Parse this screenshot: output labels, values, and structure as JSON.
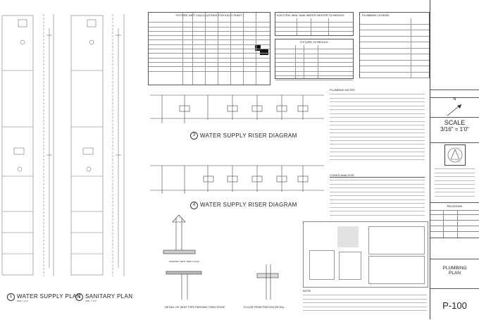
{
  "plans": {
    "water_supply_plan": {
      "number": "1",
      "title": "WATER SUPPLY PLAN",
      "scale": "3/16\" = 1'-0\""
    },
    "sanitary_plan": {
      "number": "2",
      "title": "SANITARY PLAN",
      "scale": "3/16\" = 1'-0\""
    }
  },
  "tables": {
    "fixture_unit": {
      "title": "FIXTURE UNIT CALCULATIONS FOR EACH SHAFT"
    },
    "water_heater": {
      "title": "ELECTRIC MINI TANK WATER HEATER SCHEDULE"
    },
    "fixture_schedule": {
      "title": "FIXTURE SCHEDULE"
    },
    "plumbing_legend": {
      "title": "PLUMBING LEGEND"
    }
  },
  "diagrams": {
    "riser_3": {
      "number": "3",
      "title": "WATER SUPPLY RISER DIAGRAM"
    },
    "riser_4": {
      "number": "4",
      "title": "WATER SUPPLY RISER DIAGRAM"
    },
    "vent_detail": {
      "title": "DETAIL OF VENT PIPE PASSING THRU ROOF"
    },
    "floor_detail": {
      "title": "FLOOR PENETRATION DETAIL"
    },
    "sanitary_vent": {
      "title": "SANITARY VENT THRU LOCAL"
    }
  },
  "notes": {
    "plumbing_notes_title": "PLUMBING NOTES",
    "codes_title": "CODES ANALYSIS",
    "note_title": "NOTE"
  },
  "title_block": {
    "north": "N",
    "scale_label": "SCALE",
    "scale_value": "3/16\" = 1'0\"",
    "revisions": "REVISIONS",
    "sheet_title": "PLUMBING\nPLAN",
    "sheet_number": "P-100"
  }
}
